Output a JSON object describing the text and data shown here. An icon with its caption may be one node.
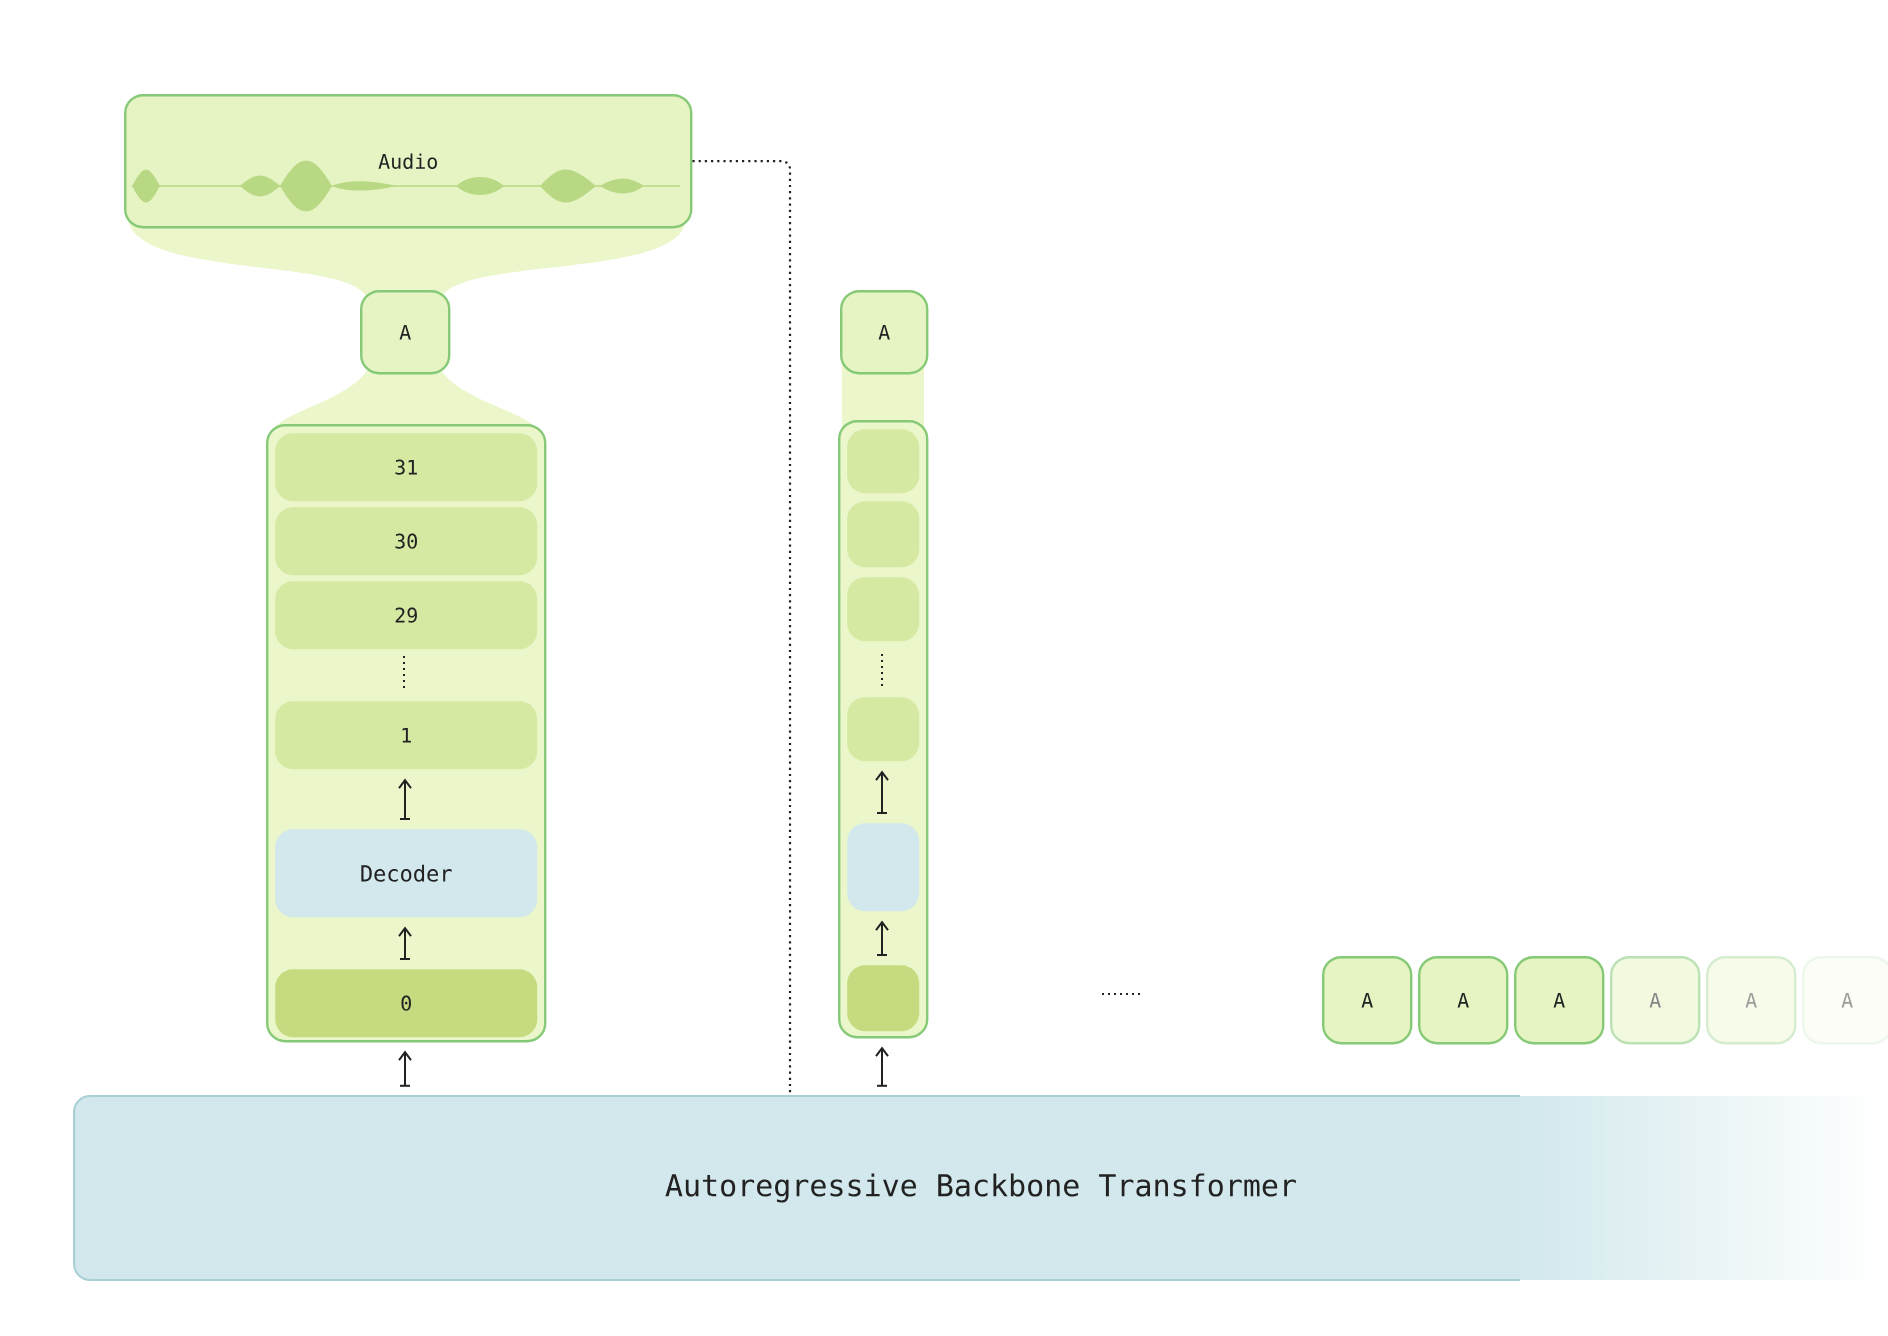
{
  "diagram": {
    "nodes": [
      {
        "text": [
          "Audio"
        ]
      },
      {
        "text": [
          "A"
        ]
      },
      {
        "text": [],
        "shape": "box"
      },
      {
        "text": [
          "31"
        ],
        "in": 2
      },
      {
        "text": [
          "30"
        ],
        "in": 2
      },
      {
        "text": [
          "29"
        ],
        "in": 2
      },
      {
        "text": [
          "1"
        ],
        "in": 2
      },
      {
        "text": [
          "Decoder"
        ],
        "in": 2
      },
      {
        "text": [
          "0"
        ],
        "in": 2
      },
      {
        "text": [
          "A"
        ]
      },
      {
        "text": [],
        "shape": "box"
      },
      {
        "text": [],
        "shape": "box",
        "in": 10
      },
      {
        "text": [],
        "shape": "box",
        "in": 10
      },
      {
        "text": [],
        "shape": "box",
        "in": 10
      },
      {
        "text": [],
        "shape": "box",
        "in": 10
      },
      {
        "text": [],
        "shape": "box",
        "in": 10
      },
      {
        "text": [],
        "shape": "box",
        "in": 10
      },
      {
        "text": [
          "A"
        ]
      },
      {
        "text": [
          "A"
        ]
      },
      {
        "text": [
          "A"
        ]
      },
      {
        "text": [
          "A"
        ]
      },
      {
        "text": [
          "A"
        ]
      },
      {
        "text": [
          "A"
        ]
      },
      {
        "text": [
          "Autoregressive Backbone Transformer"
        ]
      }
    ],
    "edges": [
      {
        "from": 8,
        "to": 7,
        "arrow": "to"
      },
      {
        "from": 7,
        "to": 6,
        "arrow": "to"
      },
      {
        "from": 23,
        "to": 2,
        "arrow": "to"
      },
      {
        "from": 16,
        "to": 15,
        "arrow": "to"
      },
      {
        "from": 15,
        "to": 14,
        "arrow": "to"
      },
      {
        "from": 23,
        "to": 10,
        "arrow": "to"
      },
      {
        "from": 0,
        "to": 23,
        "arrow": "none",
        "style": "dashed"
      }
    ]
  }
}
